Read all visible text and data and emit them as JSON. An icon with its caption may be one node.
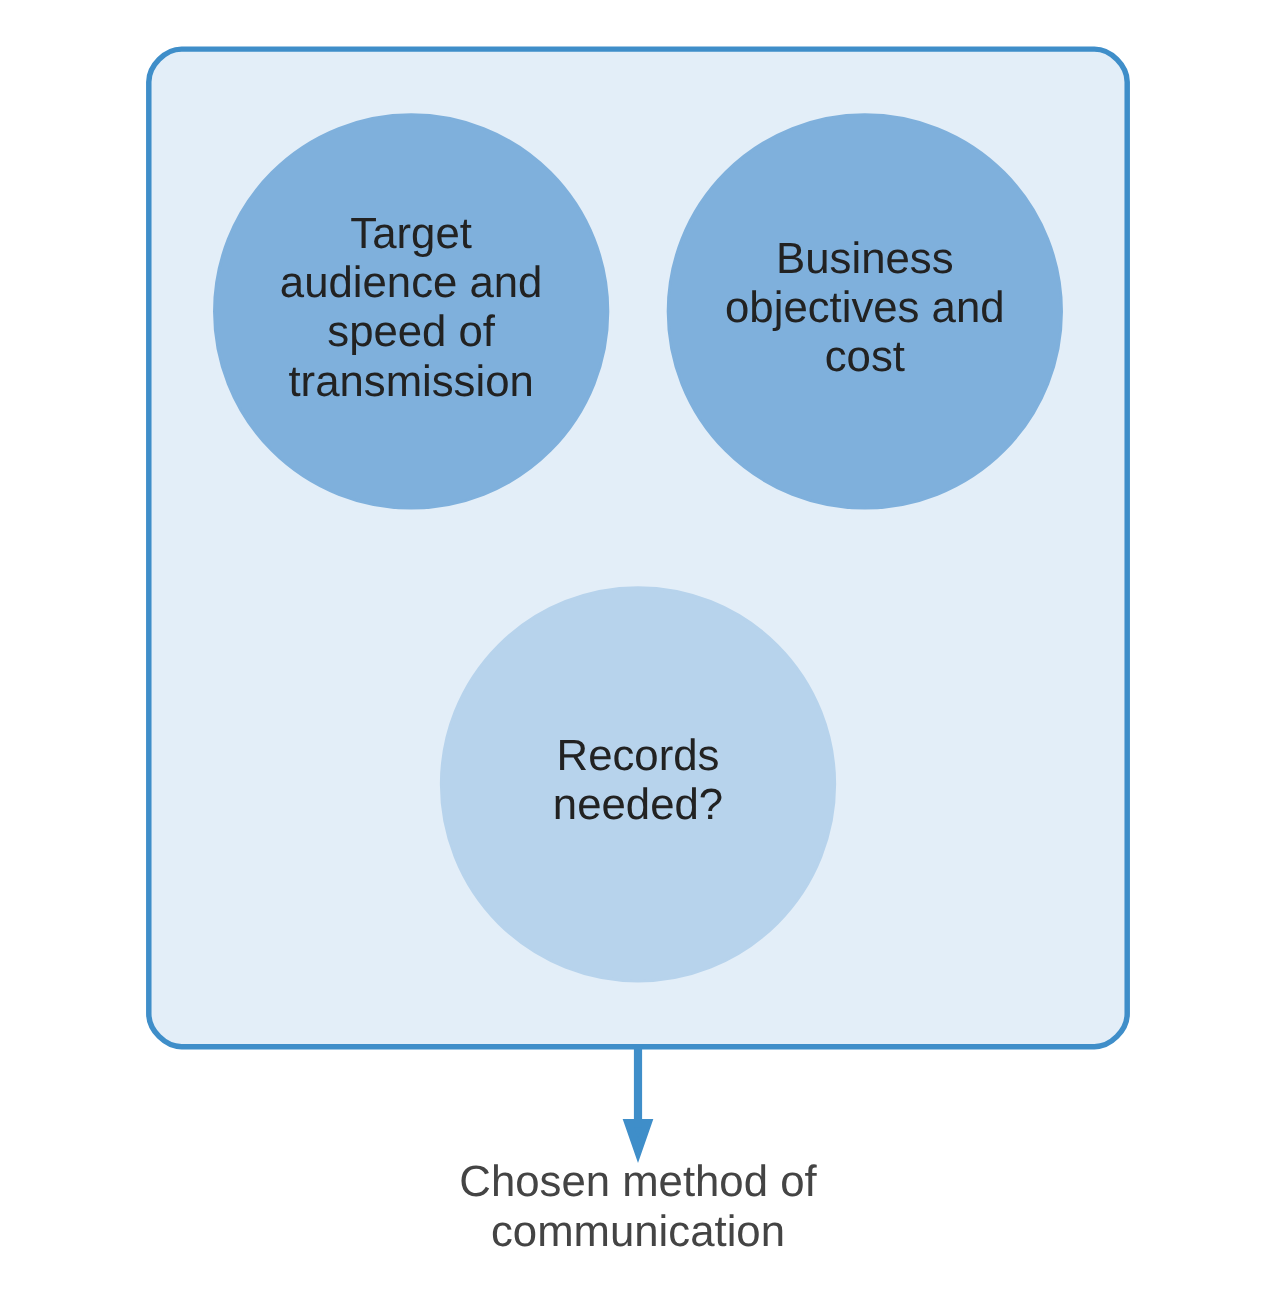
{
  "diagram": {
    "nodes": [
      {
        "text": [],
        "shape": "funnel"
      },
      {
        "text": [
          "Target audience and speed of transmission"
        ],
        "in": 0
      },
      {
        "text": [
          "Business objectives and cost"
        ],
        "in": 0
      },
      {
        "text": [
          "Records needed?"
        ],
        "in": 0
      },
      {
        "text": [
          "Chosen method of communication"
        ]
      }
    ],
    "edges": [
      {
        "from": 0,
        "to": 4,
        "arrow": "to"
      }
    ]
  }
}
